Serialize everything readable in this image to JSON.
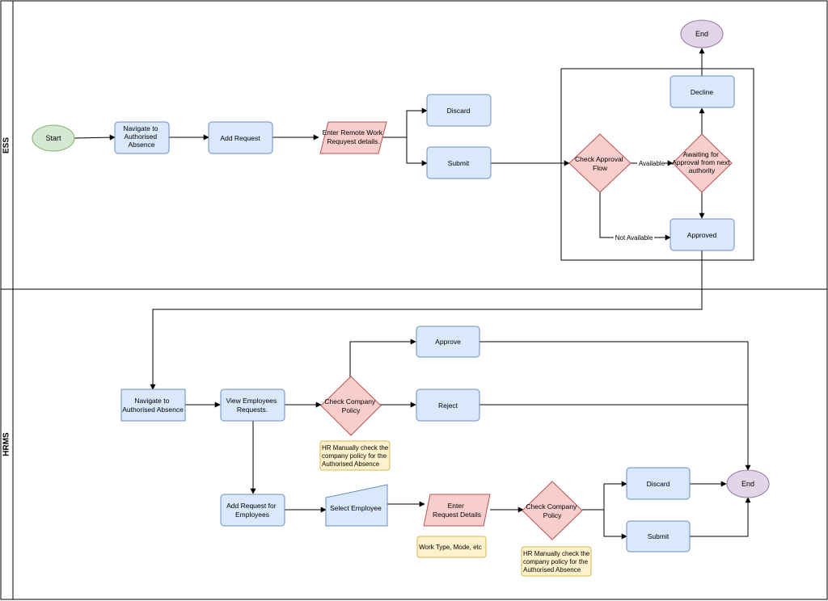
{
  "lanes": {
    "ess": "ESS",
    "hrms": "HRMS"
  },
  "colors": {
    "process_fill": "#dae8fc",
    "process_stroke": "#6c8ebf",
    "decision_fill": "#f8cecc",
    "decision_stroke": "#b85450",
    "start_fill": "#d5e8d4",
    "start_stroke": "#82b366",
    "end_fill": "#e1d5e7",
    "end_stroke": "#9673a6",
    "note_fill": "#fff2cc",
    "note_stroke": "#d6b656",
    "line": "#000000"
  },
  "ess": {
    "start": "Start",
    "navigate": [
      "Navigate to",
      "Authorised",
      "Absence"
    ],
    "add_request": "Add Request",
    "enter_details": [
      "Enter Remote Work",
      "Requyest details."
    ],
    "discard": "Discard",
    "submit": "Submit",
    "check_flow": [
      "Check Approval",
      "Flow"
    ],
    "awaiting": [
      "Awaiting for",
      "Approval from next",
      "authority"
    ],
    "decline": "Decline",
    "end": "End",
    "approved": "Approved",
    "label_available": "Available",
    "label_not_available": "Not Available"
  },
  "hrms": {
    "navigate": [
      "Navigate to",
      "Authorised Absence"
    ],
    "view_requests": [
      "View Employees",
      "Requests."
    ],
    "check_policy_1": [
      "Check Company",
      "Policy"
    ],
    "approve": "Approve",
    "reject": "Reject",
    "note_1": [
      "HR Manually check the",
      "company policy for the",
      "Authorised Absence"
    ],
    "add_request_emp": [
      "Add Request for",
      "Employees"
    ],
    "select_employee": "Select Employee",
    "enter_request": [
      "Enter",
      "Request Details"
    ],
    "note_work_type": "Work Type, Mode, etc",
    "check_policy_2": [
      "Check Company",
      "Policy"
    ],
    "note_2": [
      "HR Manually check the",
      "company policy for the",
      "Authorised Absence"
    ],
    "discard": "Discard",
    "submit": "Submit",
    "end": "End"
  }
}
